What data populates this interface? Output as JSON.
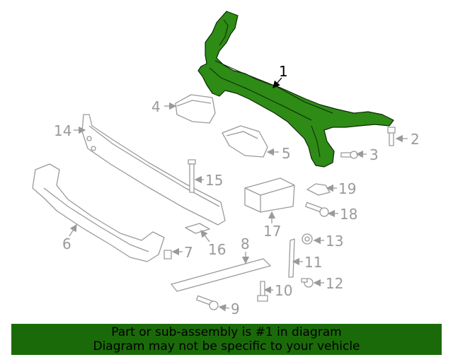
{
  "diagram": {
    "callouts": [
      "1",
      "2",
      "3",
      "4",
      "5",
      "6",
      "7",
      "8",
      "9",
      "10",
      "11",
      "12",
      "13",
      "14",
      "15",
      "16",
      "17",
      "18",
      "19"
    ],
    "highlighted_part": "1",
    "colors": {
      "highlight": "#2e8b16",
      "line": "#9a9a9a",
      "banner": "#1b6a09"
    }
  },
  "banner": {
    "line1": "Part or sub-assembly is #1 in diagram",
    "line2": "Diagram may not be specific to your vehicle"
  }
}
